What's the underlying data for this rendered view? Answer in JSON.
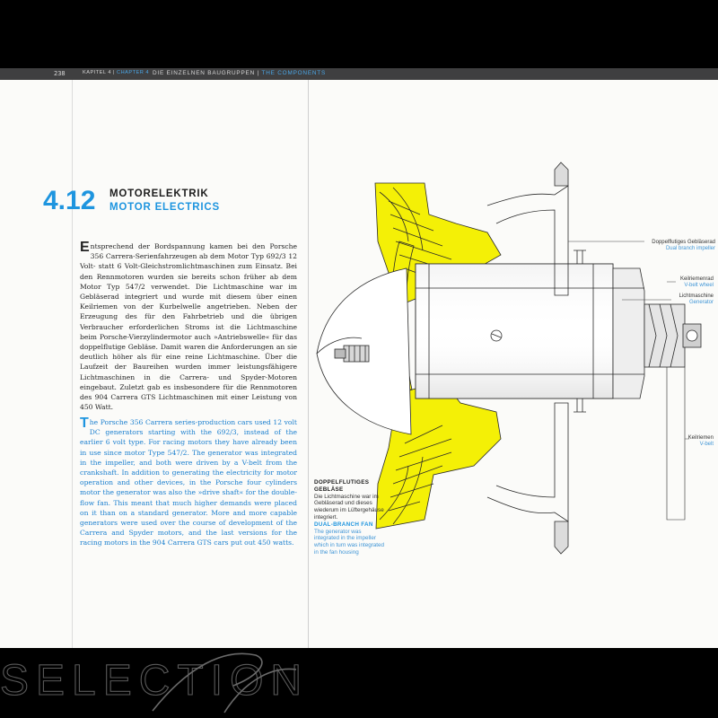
{
  "header": {
    "page_number": "238",
    "chapter_de": "KAPITEL 4",
    "chapter_sep": " | ",
    "chapter_en": "CHAPTER 4",
    "title_de": "DIE EINZELNEN BAUGRUPPEN",
    "title_sep": " | ",
    "title_en": "THE COMPONENTS"
  },
  "section": {
    "number": "4.12",
    "title_de": "MOTORELEKTRIK",
    "title_en": "MOTOR ELECTRICS"
  },
  "body": {
    "de_initial": "E",
    "de_text": "ntsprechend der Bordspannung kamen bei den Porsche 356 Carrera-Serienfahrzeugen ab dem Motor Typ 692/3 12 Volt- statt 6 Volt-Gleichstromlichtmaschinen zum Einsatz. Bei den Rennmotoren wurden sie bereits schon früher ab dem Motor Typ 547/2 verwendet. Die Lichtmaschine war im Gebläserad integriert und wurde mit diesem über einen Keilriemen von der Kurbelwelle angetrieben. Neben der Erzeugung des für den Fahrbetrieb und die übrigen Verbraucher erforderlichen Stroms ist die Lichtmaschine beim Porsche-Vierzylindermotor auch »Antriebswelle« für das doppelflutige Gebläse. Damit waren die Anforderungen an sie deutlich höher als für eine reine Lichtmaschine. Über die Laufzeit der Baureihen wurden immer leistungsfähigere Lichtmaschinen in die Carrera- und Spyder-Motoren eingebaut. Zuletzt gab es insbesondere für die Rennmotoren des 904 Carrera GTS Lichtmaschinen mit einer Leistung von 450 Watt.",
    "en_initial": "T",
    "en_text": "he Porsche 356 Carrera series-production cars used 12 volt DC generators starting with the 692/3, instead of the earlier 6 volt type. For racing motors they have already been in use since motor Type 547/2. The generator was integrated in the impeller, and both were driven by a V-belt from the crankshaft. In addition to generating the electricity for motor operation and other devices, in the Porsche four cylinders motor the generator was also the »drive shaft« for the double-flow fan. This meant that much higher demands were placed on it than on a standard generator. More and more capable generators were used over the course of development of the Carrera and Spyder motors, and the last versions for the racing motors in the 904 Carrera GTS cars put out 450 watts."
  },
  "labels": [
    {
      "de": "Doppelflutiges Gebläserad",
      "en": "Dual branch impeller"
    },
    {
      "de": "Keilriemenrad",
      "en": "V-belt wheel"
    },
    {
      "de": "Lichtmaschine",
      "en": "Generator"
    },
    {
      "de": "Keilriemen",
      "en": "V-belt"
    }
  ],
  "caption": {
    "head_de": "DOPPELFLUTIGES GEBLÄSE",
    "body_de": "Die Lichtmaschine war im Gebläserad und dieses wiederum im Lüftergehäuse integriert.",
    "head_en": "DUAL-BRANCH FAN",
    "body_en": "The generator was integrated in the impeller which in turn was integrated in the fan housing"
  },
  "watermark": {
    "text": "SELECTION"
  },
  "colors": {
    "accent_blue": "#1e95df",
    "impeller_yellow": "#f4f006",
    "page": "#fbfbf9",
    "header_band": "#3f3f40"
  }
}
